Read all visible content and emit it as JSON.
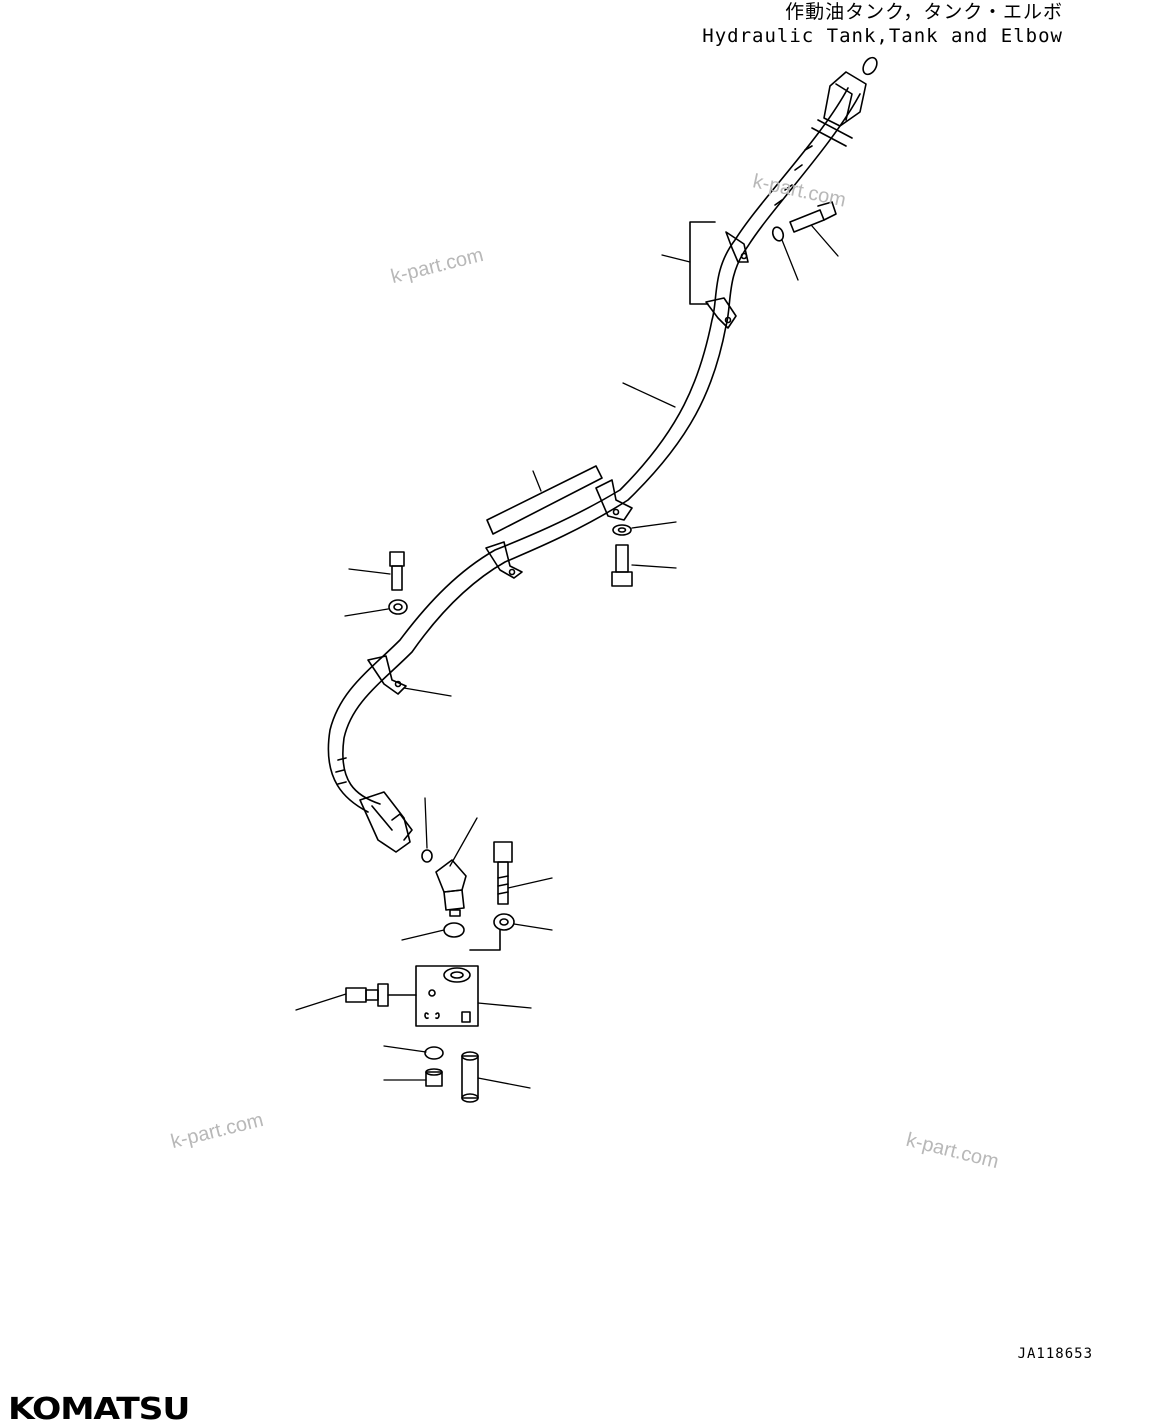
{
  "title": {
    "japanese": "作動油タンク，タンク・エルボ",
    "english": "Hydraulic Tank,Tank and Elbow"
  },
  "watermarks": [
    "k-part.com",
    "k-part.com",
    "k-part.com",
    "k-part.com"
  ],
  "drawing_id": "JA118653",
  "brand": "KOMATSU"
}
